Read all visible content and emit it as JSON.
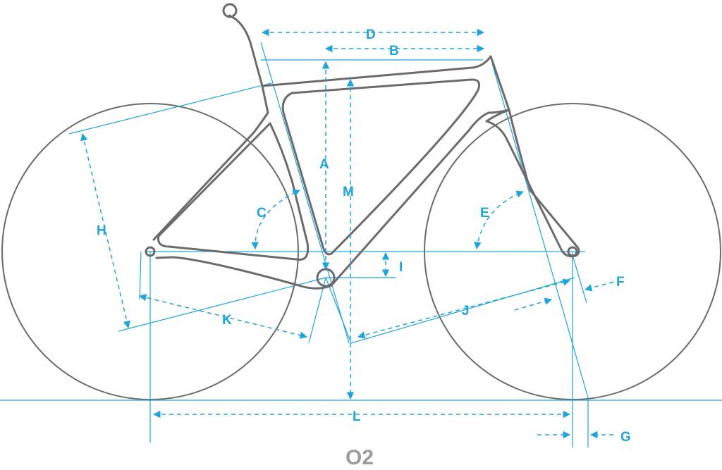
{
  "title": "O2",
  "labels": {
    "A": "A",
    "B": "B",
    "C": "C",
    "D": "D",
    "E": "E",
    "F": "F",
    "G": "G",
    "H": "H",
    "I": "I",
    "J": "J",
    "K": "K",
    "L": "L",
    "M": "M"
  },
  "colors": {
    "frame": "#6b6b6d",
    "measure": "#1fa3dc",
    "title": "#9c9c9c"
  }
}
